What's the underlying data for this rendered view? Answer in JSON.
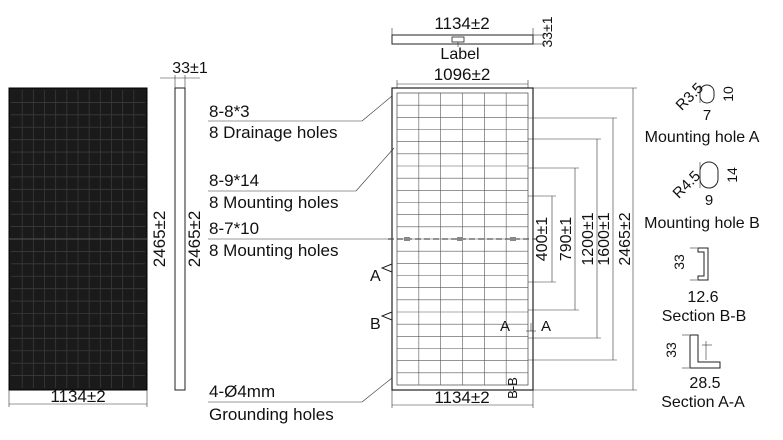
{
  "front_view": {
    "width_label": "1134±2",
    "height_label": "2465±2",
    "colors": {
      "panel": "#1a1a1a",
      "grid": "#3a3a3a"
    }
  },
  "side_view": {
    "thickness_label": "33±1",
    "height_label": "2465±2"
  },
  "label_view": {
    "width_label": "1134±2",
    "thickness_label": "33±1",
    "caption": "Label"
  },
  "back_view": {
    "inner_width_label": "1096±2",
    "bottom_width_label": "1134±2",
    "dimensions": [
      "400±1",
      "790±1",
      "1200±1",
      "1600±1",
      "2465±2"
    ],
    "section_marks": {
      "a_left": "A",
      "b_left": "B",
      "a_right": "A",
      "a_right2": "A",
      "bb_vertical": "B-B"
    }
  },
  "callouts": {
    "drainage_code": "8-8*3",
    "drainage_text": "8 Drainage holes",
    "mount1_code": "8-9*14",
    "mount1_text": "8 Mounting holes",
    "mount2_code": "8-7*10",
    "mount2_text": "8 Mounting holes",
    "ground_code": "4-Ø4mm",
    "ground_text": "Grounding holes"
  },
  "details": {
    "hole_a": {
      "radius": "R3.5",
      "height": "10",
      "width": "7",
      "caption": "Mounting hole A"
    },
    "hole_b": {
      "radius": "R4.5",
      "height": "14",
      "width": "9",
      "caption": "Mounting hole B"
    },
    "section_bb": {
      "height": "33",
      "width": "12.6",
      "caption": "Section  B-B"
    },
    "section_aa": {
      "height": "33",
      "width": "28.5",
      "caption": "Section  A-A"
    }
  }
}
